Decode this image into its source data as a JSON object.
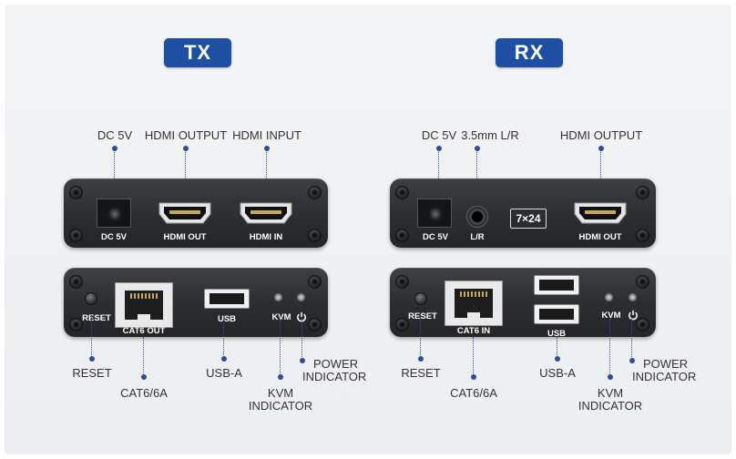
{
  "tx": {
    "badge": "TX",
    "top_labels": {
      "dc": "DC 5V",
      "hdmi_output": "HDMI OUTPUT",
      "hdmi_input": "HDMI INPUT"
    },
    "front_panel": {
      "dc": "DC 5V",
      "hdmi_out": "HDMI OUT",
      "hdmi_in": "HDMI IN"
    },
    "rear_panel": {
      "reset": "RESET",
      "cat6": "CAT6 OUT",
      "usb": "USB",
      "kvm": "KVM"
    },
    "bottom_labels": {
      "reset": "RESET",
      "cat6": "CAT6/6A",
      "usb": "USB-A",
      "kvm_line1": "KVM",
      "kvm_line2": "INDICATOR",
      "power_line1": "POWER",
      "power_line2": "INDICATOR"
    }
  },
  "rx": {
    "badge": "RX",
    "top_labels": {
      "dc": "DC 5V",
      "audio": "3.5mm L/R",
      "hdmi_output": "HDMI OUTPUT"
    },
    "front_panel": {
      "dc": "DC 5V",
      "audio": "L/R",
      "dip": "7×24",
      "hdmi_out": "HDMI OUT"
    },
    "rear_panel": {
      "reset": "RESET",
      "cat6": "CAT6 IN",
      "usb": "USB",
      "kvm": "KVM"
    },
    "bottom_labels": {
      "reset": "RESET",
      "cat6": "CAT6/6A",
      "usb": "USB-A",
      "kvm_line1": "KVM",
      "kvm_line2": "INDICATOR",
      "power_line1": "POWER",
      "power_line2": "INDICATOR"
    }
  },
  "colors": {
    "badge": "#1e4fa3",
    "leader": "#2b4f9a",
    "panel": "#2c2f32",
    "text": "#333333"
  }
}
